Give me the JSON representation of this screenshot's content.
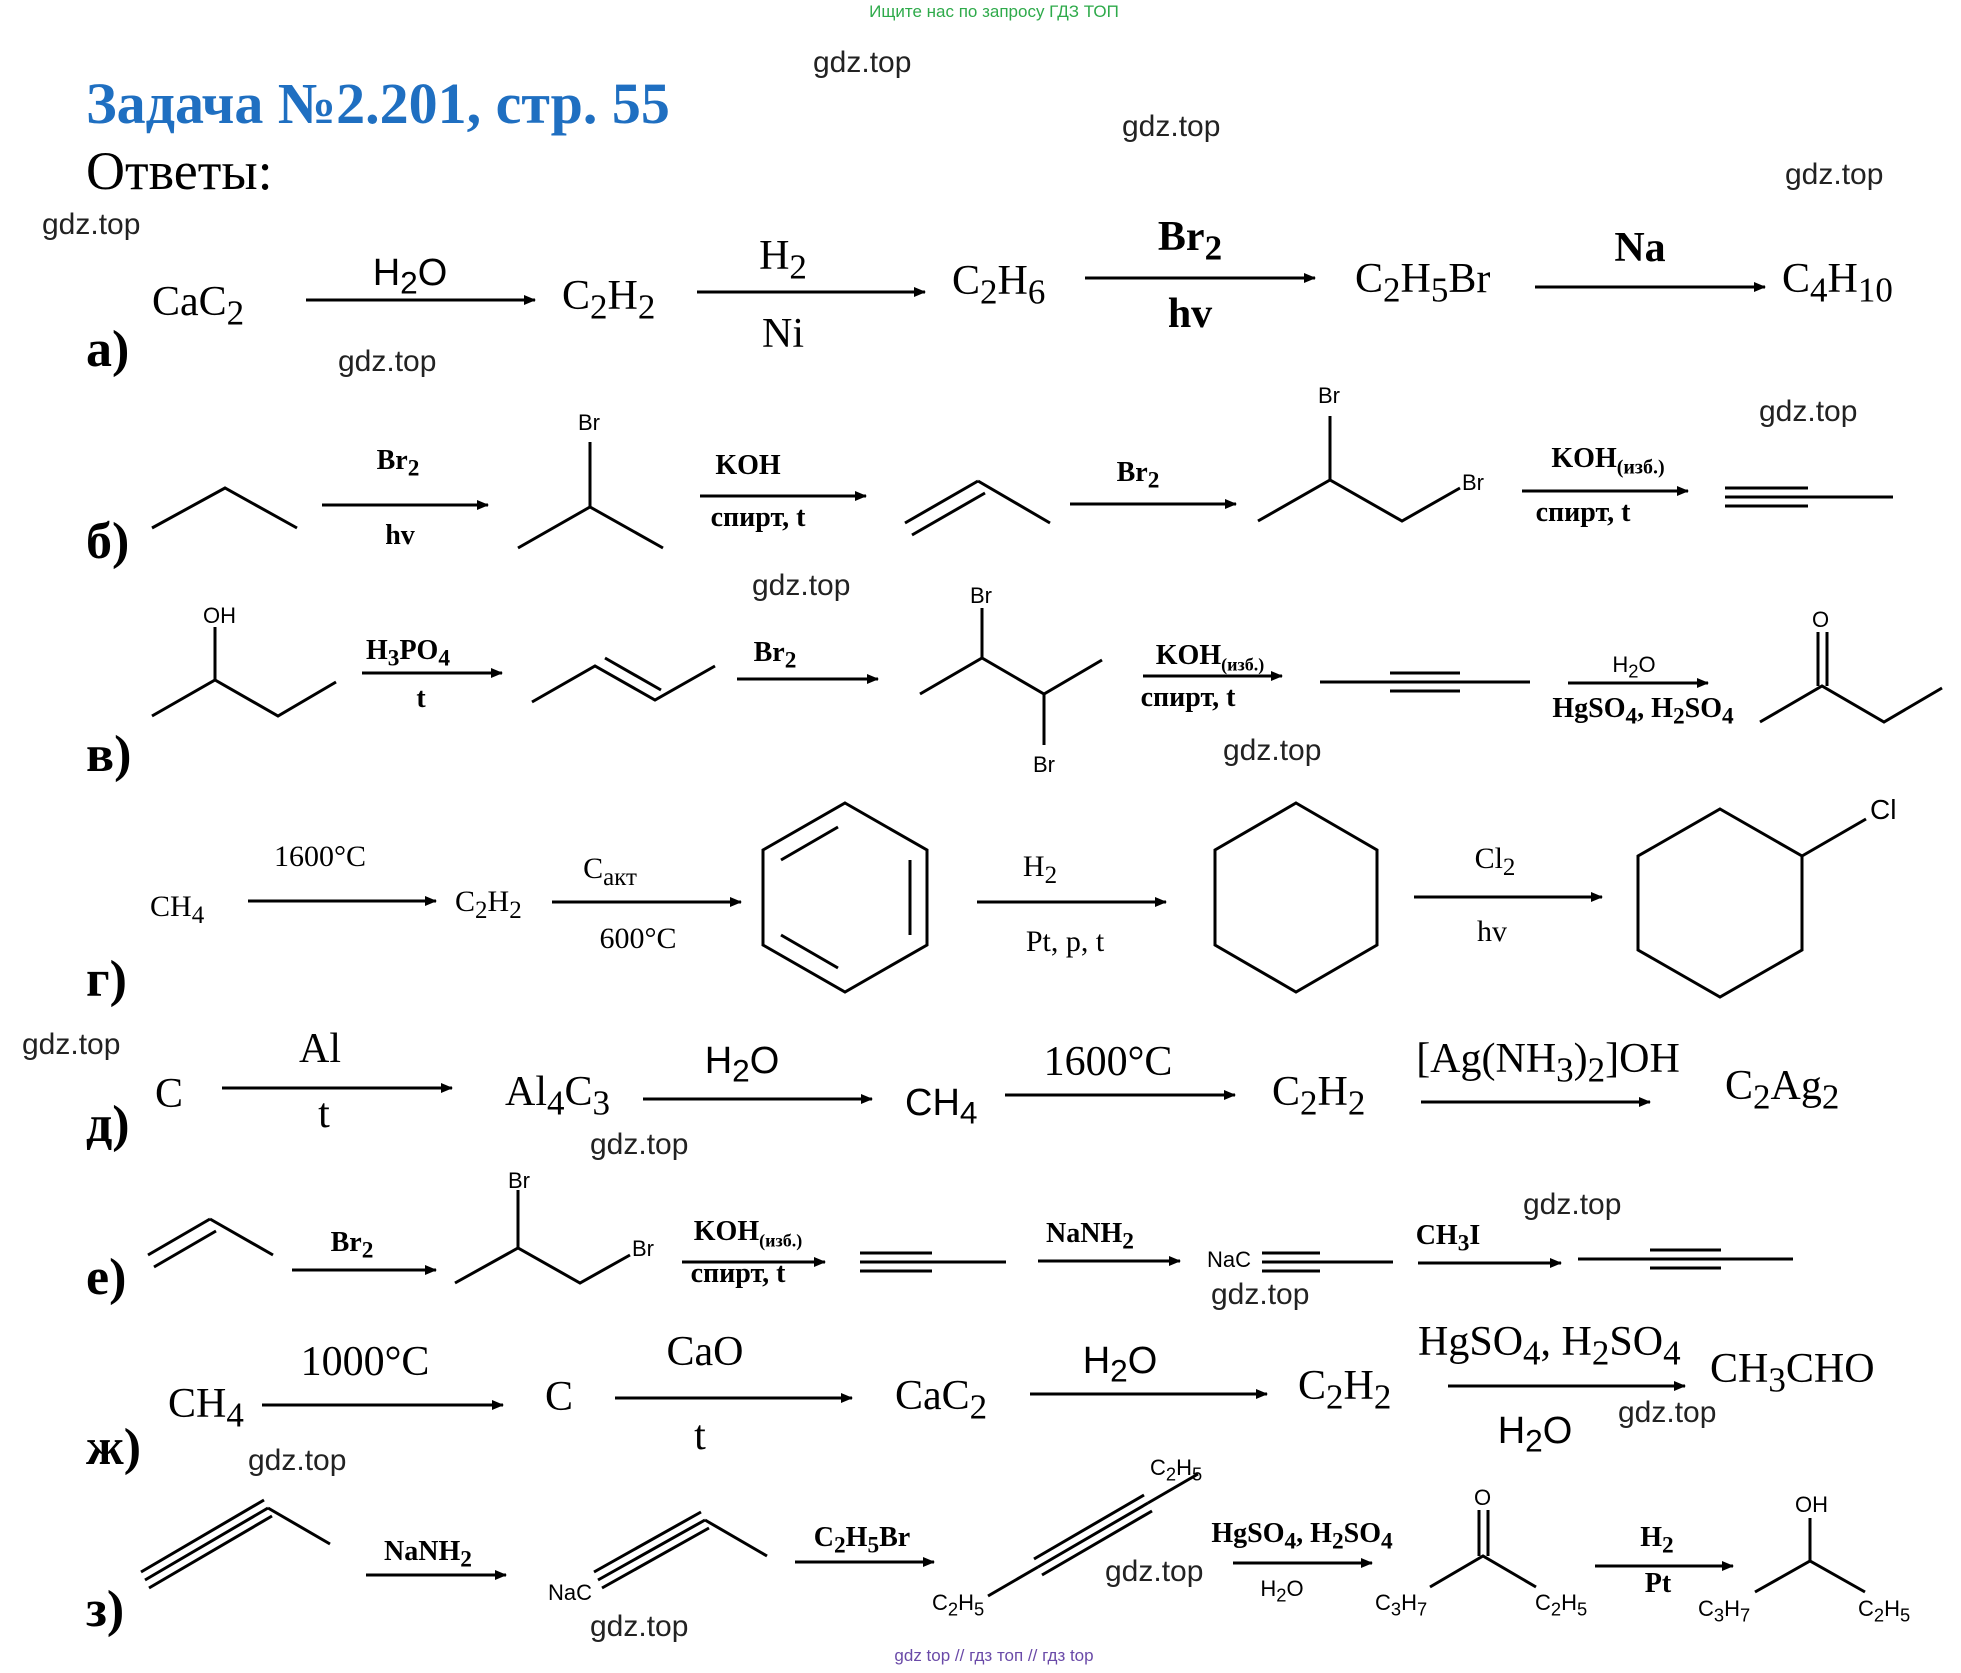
{
  "banner": "Ищите нас по запросу ГДЗ ТОП",
  "header": {
    "title": "Задача №2.201, стр. 55",
    "subtitle": "Ответы:"
  },
  "watermark": "gdz.top",
  "footer": "gdz top  //  гдз топ  //  гдз top",
  "labels": {
    "a": "а)",
    "b": "б)",
    "v": "в)",
    "g": "г)",
    "d": "д)",
    "e": "е)",
    "zh": "ж)",
    "z": "з)"
  },
  "chem": {
    "CaC": "CaC",
    "CH": "CH",
    "H": "H",
    "HO": "H",
    "O": "O",
    "Br": "Br",
    "BrFull": "Br",
    "Cl": "Cl",
    "ClFull": "Cl",
    "Na": "Na",
    "Ni": "Ni",
    "hv": "hv",
    "C": "C",
    "Al": "Al",
    "t": "t",
    "KOH": "KOH",
    "izb": "(изб.)",
    "spirt": "спирт, t",
    "OH": "OH",
    "PO": "PO",
    "HgSO": "HgSO",
    "SO": "SO",
    "sep": ", H",
    "c1600": "1600°C",
    "c600": "600°C",
    "c1000": "1000°C",
    "akt": "акт",
    "Ptpt": "Pt, p, t",
    "Pt": "Pt",
    "Ag1": "[Ag(NH",
    "Ag2": ")",
    "Ag3": "]OH",
    "Ag": "Ag",
    "NaNH": "NaNH",
    "NaC": "NaC",
    "I": "I",
    "CHO": "CHO",
    "CaO": "CaO",
    "Br2sub": "Br",
    "s2": "2",
    "s3": "3",
    "s4": "4",
    "s5": "5",
    "s6": "6",
    "s7": "7",
    "s10": "10"
  }
}
